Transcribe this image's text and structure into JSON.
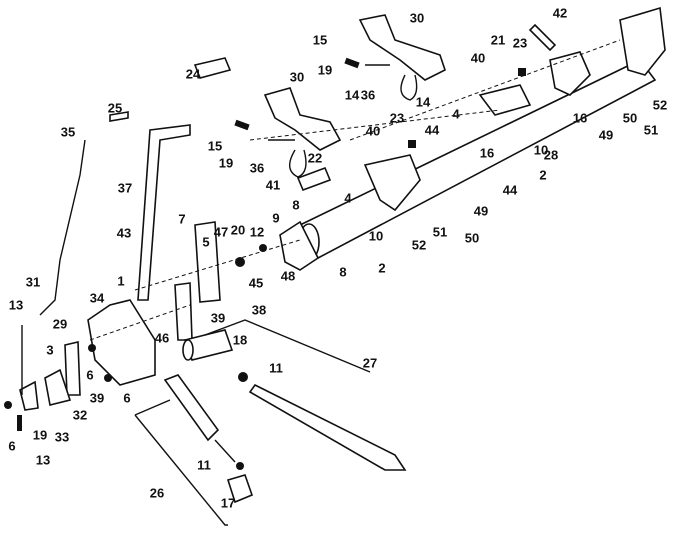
{
  "diagram": {
    "title": "Lift linkage exploded parts diagram",
    "callouts": [
      "30",
      "42",
      "15",
      "19",
      "21",
      "23",
      "40",
      "4",
      "52",
      "50",
      "51",
      "49",
      "16",
      "24",
      "30",
      "36",
      "14",
      "14",
      "25",
      "35",
      "15",
      "19",
      "36",
      "40",
      "23",
      "44",
      "28",
      "16",
      "44",
      "10",
      "2",
      "22",
      "41",
      "4",
      "37",
      "8",
      "49",
      "7",
      "5",
      "47",
      "12",
      "9",
      "20",
      "43",
      "10",
      "51",
      "50",
      "52",
      "2",
      "8",
      "48",
      "45",
      "1",
      "31",
      "34",
      "38",
      "13",
      "29",
      "39",
      "46",
      "3",
      "18",
      "27",
      "11",
      "6",
      "39",
      "6",
      "32",
      "19",
      "33",
      "6",
      "13",
      "11",
      "26",
      "17"
    ]
  }
}
